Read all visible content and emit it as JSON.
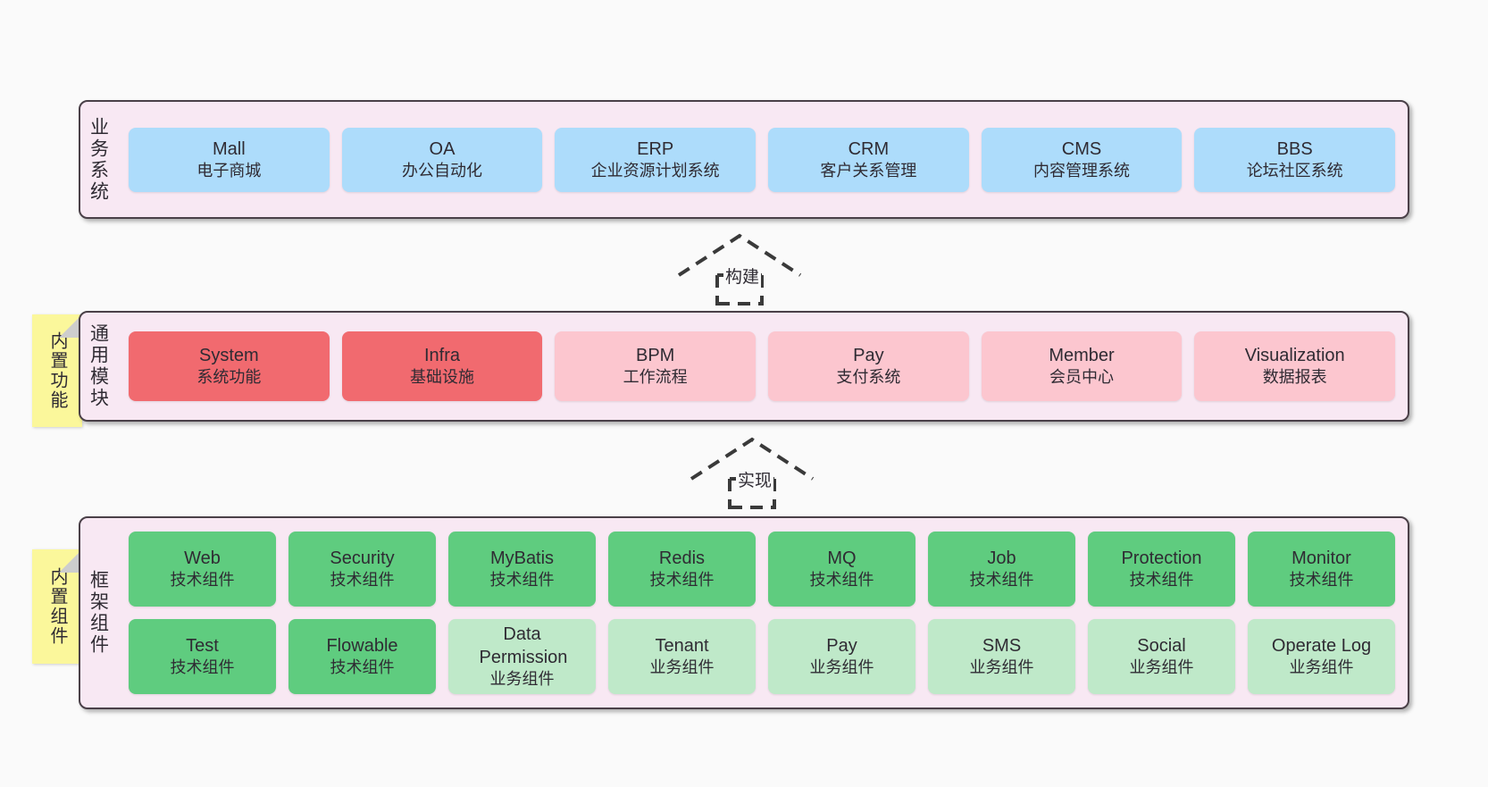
{
  "diagram": {
    "background": "#fafafa",
    "container_fill": "#f8e8f3",
    "container_stroke": "#4a4048"
  },
  "layers": [
    {
      "id": "business-systems",
      "title": "业务系统",
      "note": null,
      "rows": [
        {
          "boxes": [
            {
              "name": "Mall",
              "sub": "电子商城",
              "color": "#addcfb",
              "style": "c-blue"
            },
            {
              "name": "OA",
              "sub": "办公自动化",
              "color": "#addcfb",
              "style": "c-blue"
            },
            {
              "name": "ERP",
              "sub": "企业资源计划系统",
              "color": "#addcfb",
              "style": "c-blue"
            },
            {
              "name": "CRM",
              "sub": "客户关系管理",
              "color": "#addcfb",
              "style": "c-blue"
            },
            {
              "name": "CMS",
              "sub": "内容管理系统",
              "color": "#addcfb",
              "style": "c-blue"
            },
            {
              "name": "BBS",
              "sub": "论坛社区系统",
              "color": "#addcfb",
              "style": "c-blue"
            }
          ]
        }
      ]
    },
    {
      "id": "common-modules",
      "title": "通用模块",
      "note": "内置功能",
      "note_color": "#fbf79b",
      "rows": [
        {
          "boxes": [
            {
              "name": "System",
              "sub": "系统功能",
              "color": "#f16a6f",
              "style": "c-red"
            },
            {
              "name": "Infra",
              "sub": "基础设施",
              "color": "#f16a6f",
              "style": "c-red"
            },
            {
              "name": "BPM",
              "sub": "工作流程",
              "color": "#fcc6cf",
              "style": "c-pink"
            },
            {
              "name": "Pay",
              "sub": "支付系统",
              "color": "#fcc6cf",
              "style": "c-pink"
            },
            {
              "name": "Member",
              "sub": "会员中心",
              "color": "#fcc6cf",
              "style": "c-pink"
            },
            {
              "name": "Visualization",
              "sub": "数据报表",
              "color": "#fcc6cf",
              "style": "c-pink"
            }
          ]
        }
      ]
    },
    {
      "id": "framework-components",
      "title": "框架组件",
      "note": "内置组件",
      "note_color": "#fbf79b",
      "rows": [
        {
          "boxes": [
            {
              "name": "Web",
              "sub": "技术组件",
              "color": "#5fcc7f",
              "style": "c-green"
            },
            {
              "name": "Security",
              "sub": "技术组件",
              "color": "#5fcc7f",
              "style": "c-green"
            },
            {
              "name": "MyBatis",
              "sub": "技术组件",
              "color": "#5fcc7f",
              "style": "c-green"
            },
            {
              "name": "Redis",
              "sub": "技术组件",
              "color": "#5fcc7f",
              "style": "c-green"
            },
            {
              "name": "MQ",
              "sub": "技术组件",
              "color": "#5fcc7f",
              "style": "c-green"
            },
            {
              "name": "Job",
              "sub": "技术组件",
              "color": "#5fcc7f",
              "style": "c-green"
            },
            {
              "name": "Protection",
              "sub": "技术组件",
              "color": "#5fcc7f",
              "style": "c-green"
            },
            {
              "name": "Monitor",
              "sub": "技术组件",
              "color": "#5fcc7f",
              "style": "c-green"
            }
          ]
        },
        {
          "boxes": [
            {
              "name": "Test",
              "sub": "技术组件",
              "color": "#5fcc7f",
              "style": "c-green"
            },
            {
              "name": "Flowable",
              "sub": "技术组件",
              "color": "#5fcc7f",
              "style": "c-green"
            },
            {
              "name": "Data Permission",
              "sub": "业务组件",
              "color": "#bfe9c9",
              "style": "c-greenlight"
            },
            {
              "name": "Tenant",
              "sub": "业务组件",
              "color": "#bfe9c9",
              "style": "c-greenlight"
            },
            {
              "name": "Pay",
              "sub": "业务组件",
              "color": "#bfe9c9",
              "style": "c-greenlight"
            },
            {
              "name": "SMS",
              "sub": "业务组件",
              "color": "#bfe9c9",
              "style": "c-greenlight"
            },
            {
              "name": "Social",
              "sub": "业务组件",
              "color": "#bfe9c9",
              "style": "c-greenlight"
            },
            {
              "name": "Operate Log",
              "sub": "业务组件",
              "color": "#bfe9c9",
              "style": "c-greenlight"
            }
          ]
        }
      ]
    }
  ],
  "connectors": [
    {
      "id": "build",
      "label": "构建",
      "style": "dashed-generalization"
    },
    {
      "id": "implement",
      "label": "实现",
      "style": "dashed-generalization"
    }
  ]
}
